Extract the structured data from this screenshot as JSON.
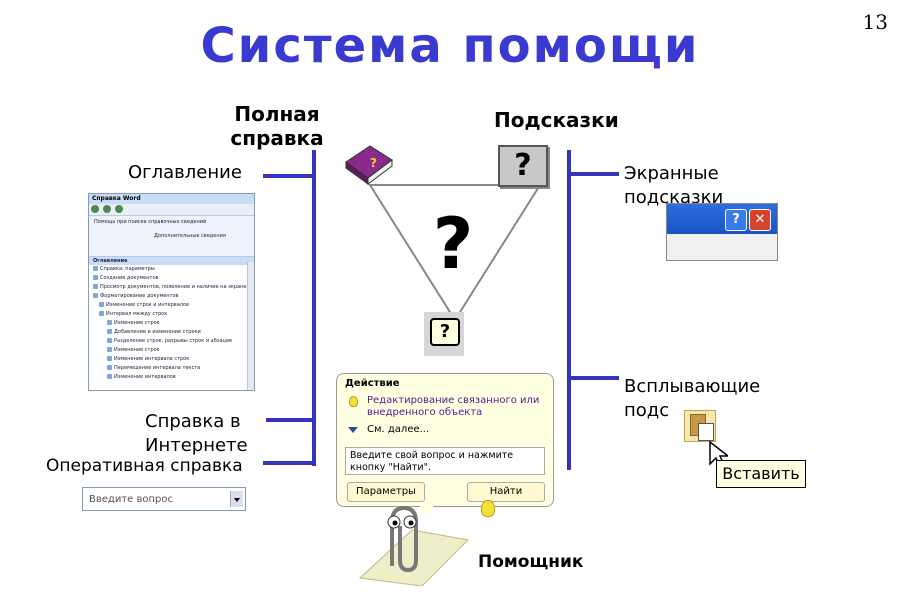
{
  "slide": {
    "title": "Система помощи",
    "number": "13"
  },
  "labels": {
    "full_help": "Полная справка",
    "hints": "Подсказки",
    "assistant": "Помощник",
    "contents": "Оглавление",
    "web_help": "Справка в Интернете",
    "online_help": "Оперативная справка",
    "screen_tips": "Экранные подсказки",
    "popup_tips": "Всплывающие подс"
  },
  "help_window": {
    "title": "Справка Word",
    "search_text": "Помощь при поиске справочных сведений",
    "link": "Дополнительные сведения",
    "toc_header": "Оглавление",
    "toc_rows": [
      "Справка: параметры",
      "Создание документов",
      "Просмотр документов, появление и наличие на экране",
      "Форматирование документов",
      "Изменение строк и интервалов",
      "Интервал между строк",
      "Изменение строк",
      "Добавление и изменение строки",
      "Разделение строк, разрывы строк и абзацев",
      "Изменение строк",
      "Изменение интервала строк",
      "Перемещение интервала текста",
      "Изменение интервалов"
    ]
  },
  "ask_box": {
    "placeholder": "Введите вопрос"
  },
  "balloon": {
    "heading": "Действие",
    "item1": "Редактирование связанного или внедренного объекта",
    "item2": "См. далее...",
    "question": "Введите свой вопрос и нажмите кнопку \"Найти\".",
    "btn_options": "Параметры",
    "btn_search": "Найти"
  },
  "icons": {
    "big_question": "?",
    "help_question": "?",
    "close_x": "✕"
  },
  "paste_tip": "Вставить",
  "colors": {
    "title": "#3a3ad0",
    "lines": "#3333bb"
  }
}
